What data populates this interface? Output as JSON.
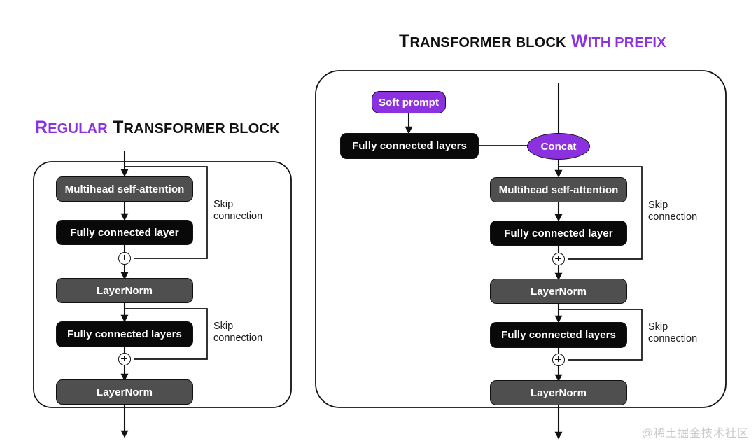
{
  "figure": {
    "background": "#ffffff",
    "accent_purple": "#8c31e0",
    "gray_fill": "#4f4f4f",
    "black_fill": "#090909",
    "stroke": "#111111"
  },
  "left_panel": {
    "title": {
      "part_purple": "Regular",
      "part_black": "Transformer block"
    },
    "nodes": {
      "attention": "Multihead self-attention",
      "fc_single": "Fully connected layer",
      "layernorm_1": "LayerNorm",
      "fc_plural": "Fully connected layers",
      "layernorm_2": "LayerNorm"
    },
    "skip_1": "Skip\nconnection",
    "skip_2": "Skip\nconnection"
  },
  "right_panel": {
    "title": {
      "part_black": "Transformer block",
      "part_purple": "with Prefix"
    },
    "nodes": {
      "soft_prompt": "Soft prompt",
      "prefix_fc": "Fully connected layers",
      "concat": "Concat",
      "attention": "Multihead self-attention",
      "fc_single": "Fully connected layer",
      "layernorm_1": "LayerNorm",
      "fc_plural": "Fully connected layers",
      "layernorm_2": "LayerNorm"
    },
    "skip_1": "Skip\nconnection",
    "skip_2": "Skip\nconnection"
  },
  "watermark": "@稀土掘金技术社区"
}
